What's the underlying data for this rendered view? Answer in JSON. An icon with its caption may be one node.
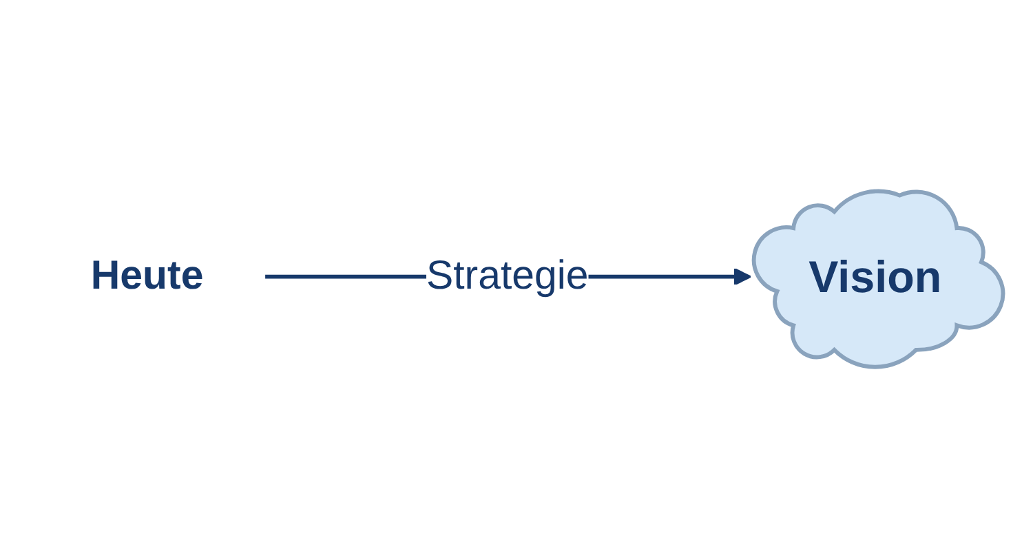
{
  "diagram": {
    "nodes": [
      {
        "text": [
          "Heute"
        ]
      },
      {
        "text": [
          "Vision"
        ]
      }
    ],
    "edges": [
      {
        "from": 0,
        "to": 1,
        "arrow": "to",
        "label": "Strategie"
      }
    ]
  }
}
